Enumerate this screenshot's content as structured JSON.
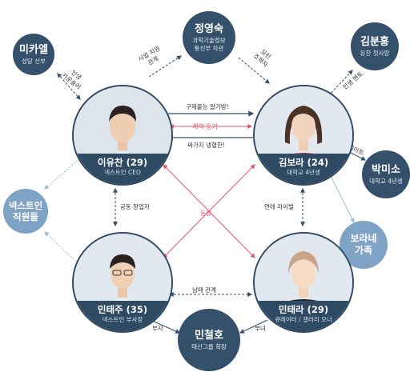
{
  "nodes": {
    "michael": {
      "name": "미카엘",
      "sub": "성당 신부"
    },
    "jeong": {
      "name": "정영숙",
      "sub1": "과학기술정보",
      "sub2": "통신부 차관"
    },
    "kimbunhong": {
      "name": "김분홍",
      "sub": "유찬 첫사랑"
    },
    "nextin": {
      "name1": "넥스트인",
      "name2": "직원들"
    },
    "parkmiso": {
      "name": "박미소",
      "sub": "대학교 4년생"
    },
    "boranefam": {
      "name1": "보라네",
      "name2": "가족"
    },
    "minchulho": {
      "name": "민철호",
      "sub": "태산그룹 회장"
    },
    "leeyuchan": {
      "name": "이유찬 (29)",
      "role": "넥스트인 CEO"
    },
    "kimbora": {
      "name": "김보라 (24)",
      "role": "대학교 4년생"
    },
    "mintaeju": {
      "name": "민태주 (35)",
      "role": "넥스트인 부사장"
    },
    "mintaera": {
      "name": "민태라 (29)",
      "role": "큐레이터 / 갤러리 오너"
    }
  },
  "edges": {
    "michael_yuchan": "인생\n카운슬러",
    "yuchan_jeong": "사업 지원\n관계",
    "jeong_bora": "모친\n조력자",
    "bora_bunhong": "인생 멘토",
    "bora_miso": "절친/룸메이트",
    "yuchan_to_bora": "구제불능 알기방!",
    "bora_yuchan_mid": "계약 동거",
    "bora_to_yuchan": "싸가지 냉혈한!",
    "yuchan_taeju": "공동 창업자",
    "bora_taera": "연애 라이벌",
    "cross": "동생",
    "taeju_taera": "남매 관계",
    "taeju_chulho": "부자",
    "taera_chulho": "부녀"
  },
  "colors": {
    "dark_node": "#34506a",
    "light_node": "#7fa3c4",
    "arrow": "#34506a",
    "light_arrow": "#9dbcd6",
    "red": "#e05a6e"
  }
}
